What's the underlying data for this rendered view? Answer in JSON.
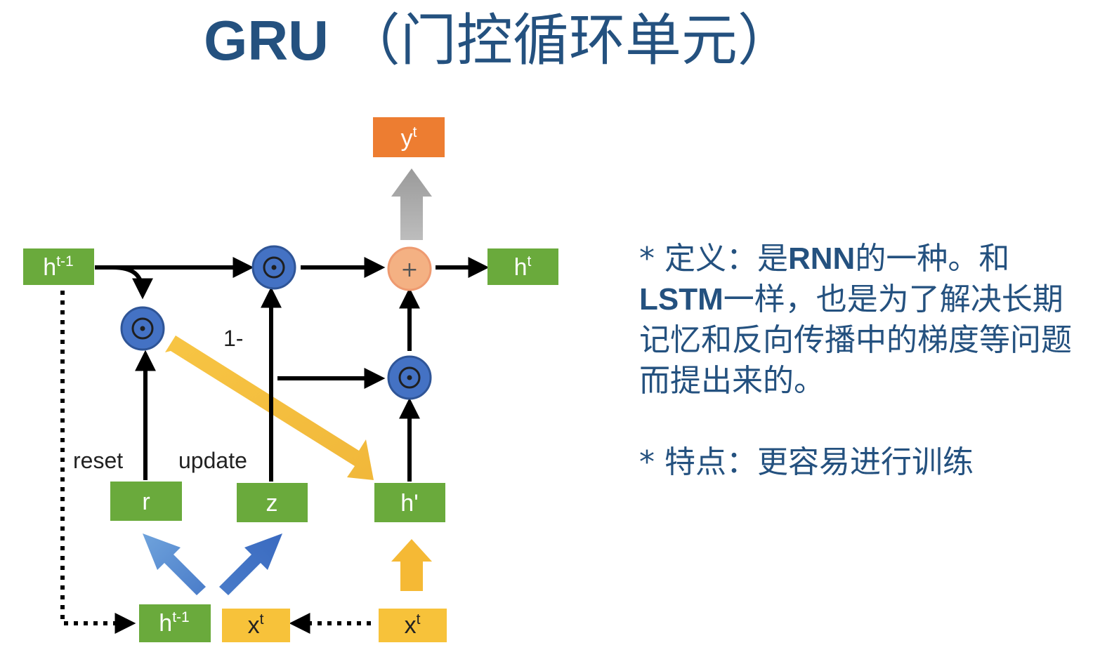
{
  "title": {
    "en": "GRU",
    "zh": "（门控循环单元）"
  },
  "diagram": {
    "nodes": {
      "h_prev": {
        "base": "h",
        "sup": "t-1"
      },
      "h_prev_bottom": {
        "base": "h",
        "sup": "t-1"
      },
      "y": {
        "base": "y",
        "sup": "t"
      },
      "h_out": {
        "base": "h",
        "sup": "t"
      },
      "r": "r",
      "z": "z",
      "h_candidate": "h'",
      "x_mid": {
        "base": "x",
        "sup": "t"
      },
      "x_right": {
        "base": "x",
        "sup": "t"
      }
    },
    "operators": {
      "multiply": "⊙",
      "add": "+"
    },
    "labels": {
      "reset": "reset",
      "update": "update",
      "one_minus": "1-"
    },
    "colors": {
      "gate_box": "#6aaa3c",
      "output_box": "#ed7d31",
      "input_box": "#f7c23a",
      "multiply_node": "#4472c4",
      "add_node": "#f4b183",
      "title_text": "#24517f"
    }
  },
  "notes": {
    "definition": {
      "prefix": "* 定义：是",
      "rnn": "RNN",
      "mid1": "的一种。和",
      "lstm": "LSTM",
      "rest": "一样，也是为了解决长期记忆和反向传播中的梯度等问题而提出来的。"
    },
    "feature": "* 特点：更容易进行训练"
  }
}
